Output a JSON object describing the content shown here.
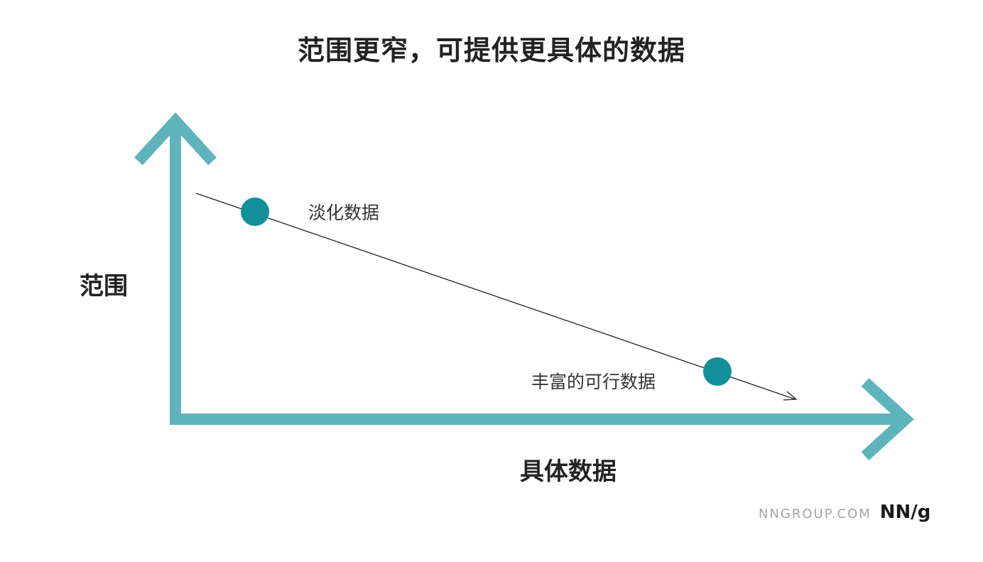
{
  "title": "范围更窄，可提供更具体的数据",
  "axes": {
    "y_label": "范围",
    "x_label": "具体数据"
  },
  "points": [
    {
      "label": "淡化数据"
    },
    {
      "label": "丰富的可行数据"
    }
  ],
  "branding": {
    "url": "NNGROUP.COM",
    "logo": "NN/g"
  },
  "colors": {
    "axis": "#5fb4bb",
    "point": "#138f9a",
    "trend_line": "#222222",
    "text": "#222222",
    "brand_url": "#a6a6a6"
  }
}
